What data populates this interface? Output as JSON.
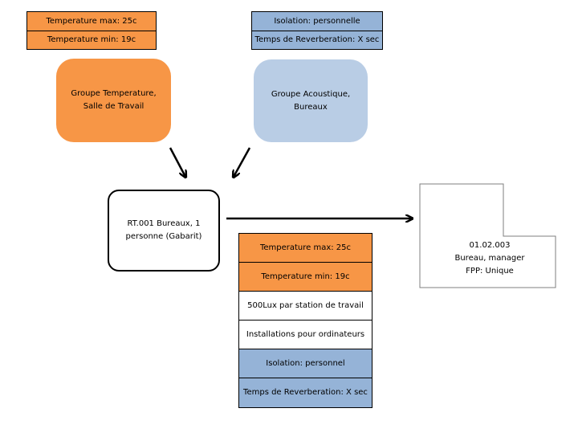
{
  "top_left_table": {
    "rows": [
      "Temperature max: 25c",
      "Temperature min: 19c"
    ]
  },
  "top_right_table": {
    "rows": [
      "Isolation: personnelle",
      "Temps de Reverberation: X sec"
    ]
  },
  "group_temperature": {
    "line1": "Groupe Temperature,",
    "line2": "Salle de Travail"
  },
  "group_acoustique": {
    "line1": "Groupe Acoustique,",
    "line2": "Bureaux"
  },
  "room_type": {
    "line1": "RT.001 Bureaux, 1",
    "line2": "personne (Gabarit)"
  },
  "requirements_table": {
    "rows": [
      "Temperature max: 25c",
      "Temperature min: 19c",
      "500Lux par station de travail",
      "Installations pour ordinateurs",
      "Isolation: personnel",
      "Temps de Reverberation: X sec"
    ]
  },
  "space": {
    "line1": "01.02.003",
    "line2": "Bureau, manager",
    "line3": "FPP: Unique"
  },
  "colors": {
    "temperature": "#f79646",
    "acoustic_table": "#95b3d7",
    "acoustic_group": "#b9cde5"
  }
}
